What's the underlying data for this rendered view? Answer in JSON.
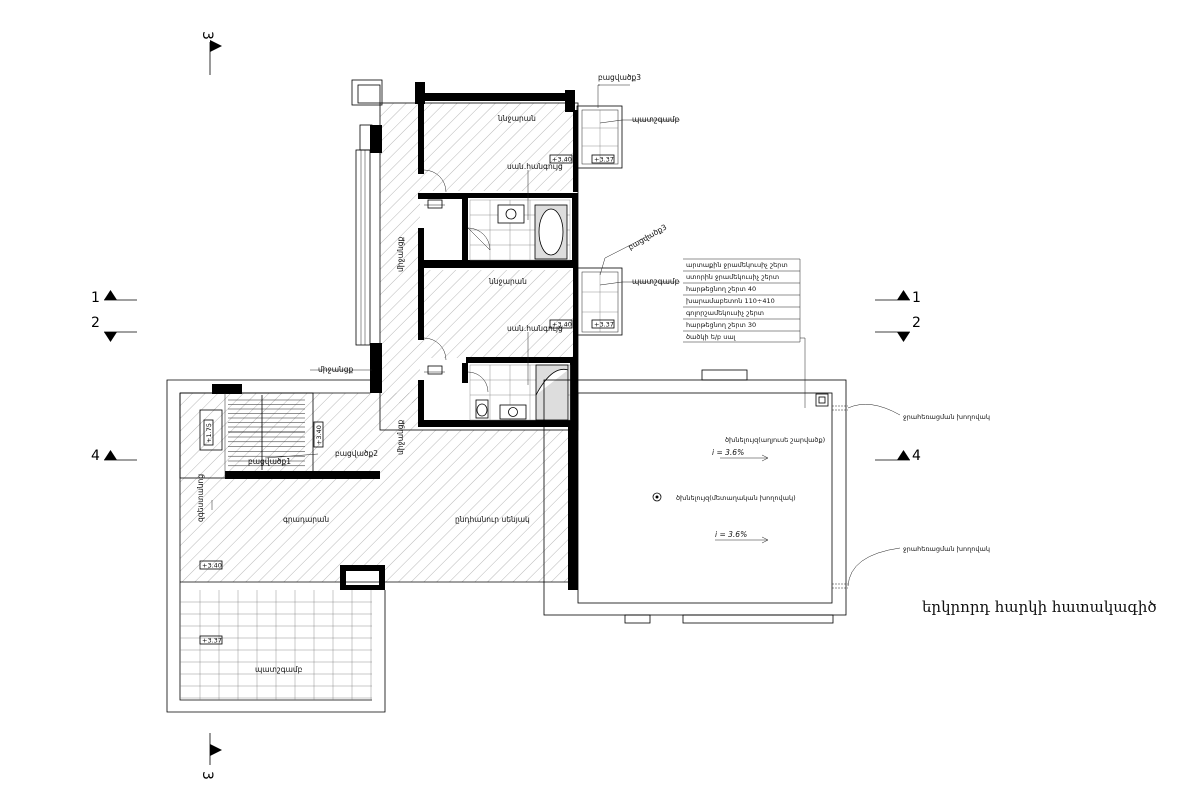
{
  "title": "երկրորդ հարկի հատակագիծ",
  "sections": {
    "s1_left": "1",
    "s2_left": "2",
    "s4_left": "4",
    "s1_right": "1",
    "s2_right": "2",
    "s4_right": "4",
    "s3_top": "3",
    "s3_bottom": "3"
  },
  "rooms": {
    "bedroom_top": "ննջարան",
    "bath_top": "սան.հանգույց",
    "bedroom_mid": "ննջարան",
    "bath_mid": "սան.հանգույց",
    "corridor_1": "միջանցք",
    "corridor_2": "միջանցք",
    "vestibule": "միջանցք",
    "study": "գրադարան",
    "living": "ընդհանուր սենյակ",
    "dressing": "զգեստանոց",
    "stair1": "բացվածք1",
    "stair2": "բացվածք2",
    "stair3_top": "բացվածք3",
    "stair3_mid": "բացվածք3",
    "balcony_top": "պատշգամբ",
    "balcony_mid": "պատշգամբ",
    "terrace": "պատշգամբ"
  },
  "elevations": {
    "bed_top": "+3.40",
    "bal_top": "+3.37",
    "bed_mid": "+3.40",
    "bal_mid": "+3.37",
    "stair_a": "+1.75",
    "stair_b": "+3.40",
    "living": "+3.40",
    "terrace": "+3.37"
  },
  "roof_layers": [
    "արտաքին ջրամեկուսիչ շերտ",
    "ստորին ջրամեկուսիչ շերտ",
    "հարթեցնող շերտ 40",
    "խարամաբետոն 110÷410",
    "գոլորշամեկուսիչ շերտ",
    "հարթեցնող շերտ 30",
    "ծածկի ե/բ սալ"
  ],
  "roof_notes": {
    "drain_top": "ջրահեռացման խողովակ",
    "drain_bottom": "ջրահեռացման խողովակ",
    "funnel_parapet": "ծխնելույզ(աղյուսե շարվածք)",
    "funnel_metal": "ծխնելույզ(մետաղական խողովակ)",
    "slope_1": "i = 3.6%",
    "slope_2": "i = 3.6%"
  }
}
